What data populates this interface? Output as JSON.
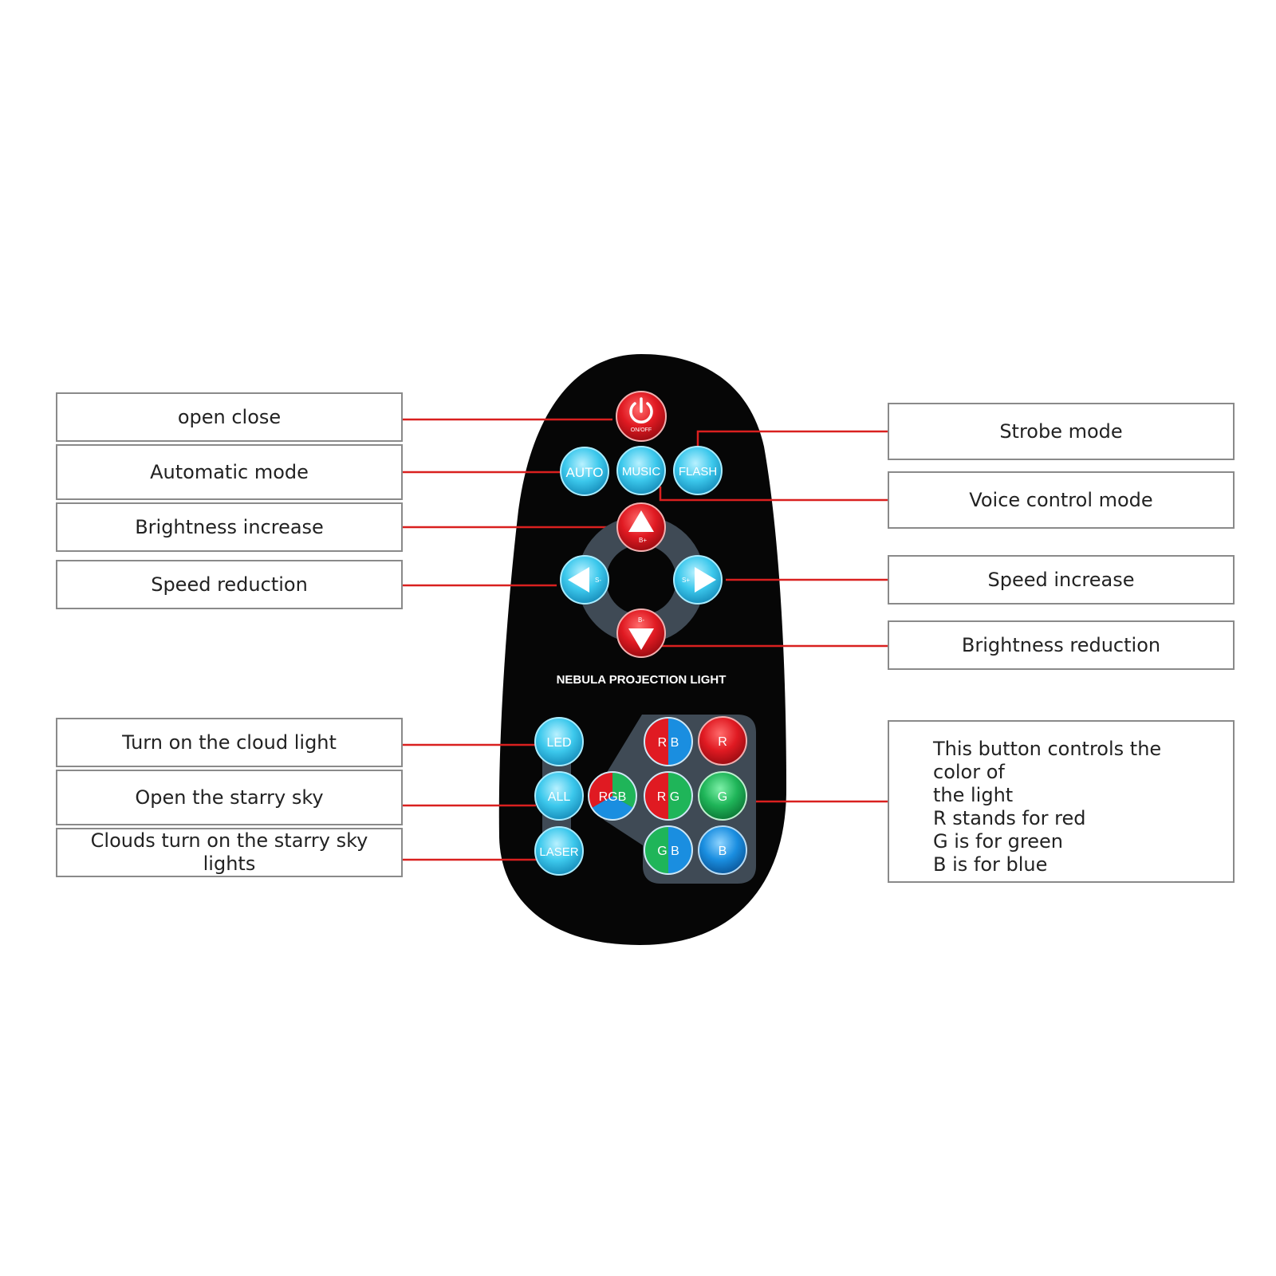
{
  "remote": {
    "title": "NEBULA PROJECTION LIGHT",
    "colors": {
      "body": "#060606",
      "red_button": "#e01a22",
      "cyan_button": "#3cc8ec",
      "green_button": "#1fb559",
      "blue_button": "#1a8ee0",
      "leader_line": "#d9201f",
      "box_border": "#8a8a8a"
    },
    "buttons": {
      "power": "ON/OFF",
      "auto": "AUTO",
      "music": "MUSIC",
      "flash": "FLASH",
      "bright_up": "B+",
      "bright_down": "B-",
      "speed_down": "S-",
      "speed_up": "S+",
      "led": "LED",
      "all": "ALL",
      "laser": "LASER",
      "rgb": "RGB",
      "rb": "R B",
      "r": "R",
      "rg": "R G",
      "g": "G",
      "gb": "G B",
      "b": "B"
    }
  },
  "labels": {
    "open_close": "open close",
    "automatic_mode": "Automatic mode",
    "brightness_increase": "Brightness increase",
    "speed_reduction": "Speed reduction",
    "cloud_light": "Turn on the cloud light",
    "starry_sky": "Open the starry sky",
    "clouds_starry": "Clouds turn on the starry sky lights",
    "strobe_mode": "Strobe mode",
    "voice_control_mode": "Voice control mode",
    "speed_increase": "Speed increase",
    "brightness_reduction": "Brightness reduction",
    "color_help": {
      "line1": "This button controls the color of",
      "line2": "the light",
      "line3": "R stands for red",
      "line4": "G is for green",
      "line5": "B is for blue"
    }
  }
}
